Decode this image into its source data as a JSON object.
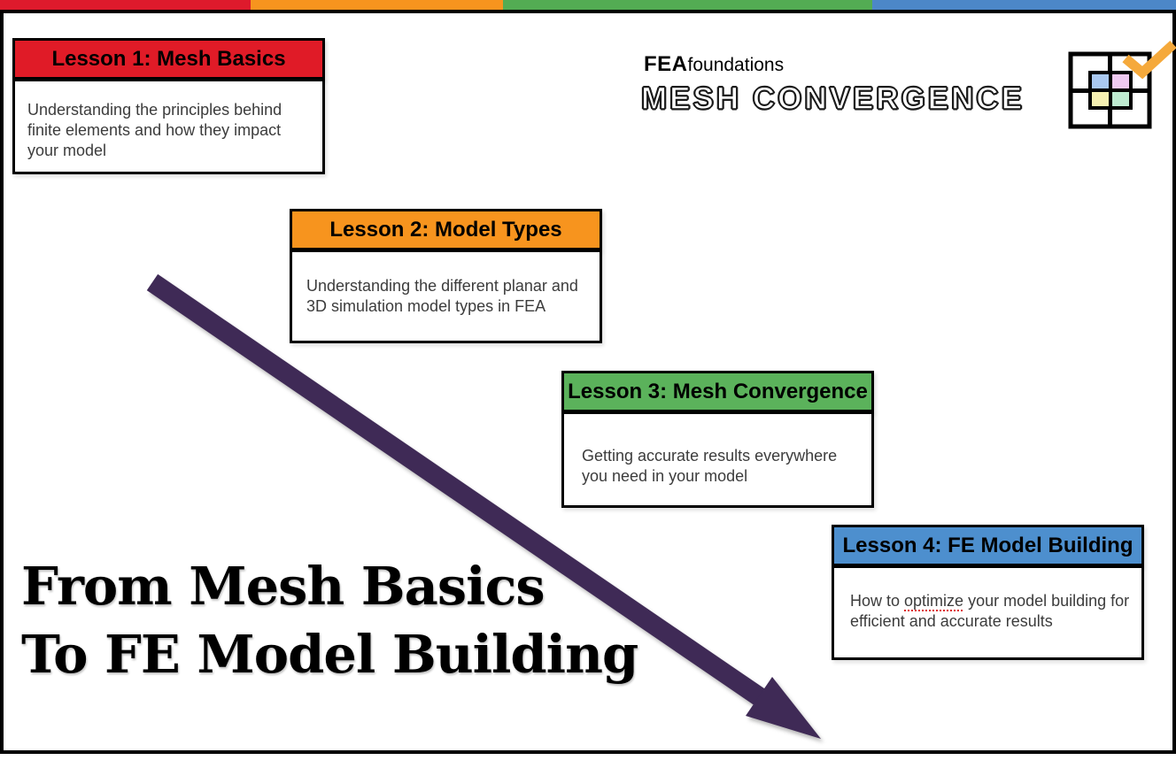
{
  "slide": {
    "title_line1": "From Mesh Basics",
    "title_line2": "To FE Model Building"
  },
  "top_bar": {
    "colors": [
      "#DE1A2C",
      "#F7941E",
      "#53AC53",
      "#4C87C8"
    ]
  },
  "brand": {
    "name_bold": "FEA",
    "name_script": "foundations",
    "wordmark": "MESH CONVERGENCE",
    "check_color": "#F5A93B",
    "grid_colors": {
      "top_left": "#A9C8F0",
      "top_right": "#EFC9F1",
      "bottom_left": "#F6F0B2",
      "bottom_right": "#BEEBD1"
    }
  },
  "lessons": [
    {
      "title": "Lesson 1: Mesh Basics",
      "color": "#E01B27",
      "description": "Understanding the principles behind finite elements and how they impact your model"
    },
    {
      "title": "Lesson 2: Model Types",
      "color": "#F7941E",
      "description": "Understanding the different planar and 3D simulation model types in FEA"
    },
    {
      "title": "Lesson 3: Mesh Convergence",
      "color": "#5BB25B",
      "description": "Getting accurate results everywhere you need in your model"
    },
    {
      "title": "Lesson 4: FE Model Building",
      "color": "#4D8FCE",
      "description_before": "How to ",
      "description_misspelled": "optimize",
      "description_after": " your model building for efficient and accurate results"
    }
  ],
  "arrow": {
    "color": "#3F2A56"
  }
}
